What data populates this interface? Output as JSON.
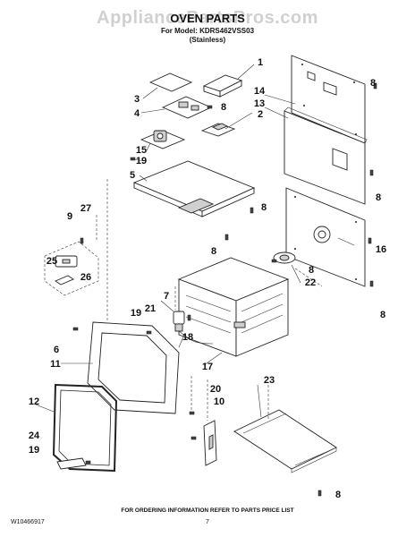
{
  "watermark": "AppliancePartsPros.com",
  "header": {
    "title": "OVEN PARTS",
    "model_line": "For Model: KDRS462VSS03",
    "finish": "(Stainless)"
  },
  "footer": {
    "doc_number": "W10466917",
    "page_number": "7",
    "ordering_note": "FOR ORDERING INFORMATION REFER TO PARTS PRICE LIST"
  },
  "callouts": [
    {
      "id": "c1",
      "label": "1"
    },
    {
      "id": "c8a",
      "label": "8"
    },
    {
      "id": "c3",
      "label": "3"
    },
    {
      "id": "c14",
      "label": "14"
    },
    {
      "id": "c4",
      "label": "4"
    },
    {
      "id": "c8b",
      "label": "8"
    },
    {
      "id": "c13",
      "label": "13"
    },
    {
      "id": "c2",
      "label": "2"
    },
    {
      "id": "c15",
      "label": "15"
    },
    {
      "id": "c19a",
      "label": "19"
    },
    {
      "id": "c5",
      "label": "5"
    },
    {
      "id": "c8c",
      "label": "8"
    },
    {
      "id": "c9",
      "label": "9"
    },
    {
      "id": "c27",
      "label": "27"
    },
    {
      "id": "c8d",
      "label": "8"
    },
    {
      "id": "c16",
      "label": "16"
    },
    {
      "id": "c25",
      "label": "25"
    },
    {
      "id": "c8e",
      "label": "8"
    },
    {
      "id": "c26",
      "label": "26"
    },
    {
      "id": "c8f",
      "label": "8"
    },
    {
      "id": "c22",
      "label": "22"
    },
    {
      "id": "c7",
      "label": "7"
    },
    {
      "id": "c19b",
      "label": "19"
    },
    {
      "id": "c21",
      "label": "21"
    },
    {
      "id": "c8g",
      "label": "8"
    },
    {
      "id": "c6",
      "label": "6"
    },
    {
      "id": "c18",
      "label": "18"
    },
    {
      "id": "c11",
      "label": "11"
    },
    {
      "id": "c17",
      "label": "17"
    },
    {
      "id": "c12",
      "label": "12"
    },
    {
      "id": "c20",
      "label": "20"
    },
    {
      "id": "c10",
      "label": "10"
    },
    {
      "id": "c23",
      "label": "23"
    },
    {
      "id": "c24",
      "label": "24"
    },
    {
      "id": "c19c",
      "label": "19"
    },
    {
      "id": "c8h",
      "label": "8"
    }
  ]
}
